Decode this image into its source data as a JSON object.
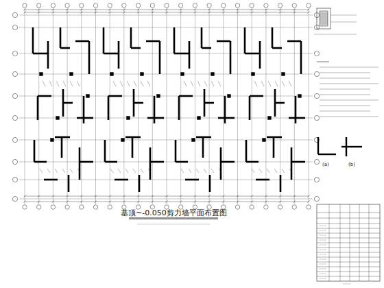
{
  "diagram": {
    "title": "基顶~-0.050剪力墙平面布置图",
    "labels": [
      "(a)",
      "(b)"
    ]
  }
}
